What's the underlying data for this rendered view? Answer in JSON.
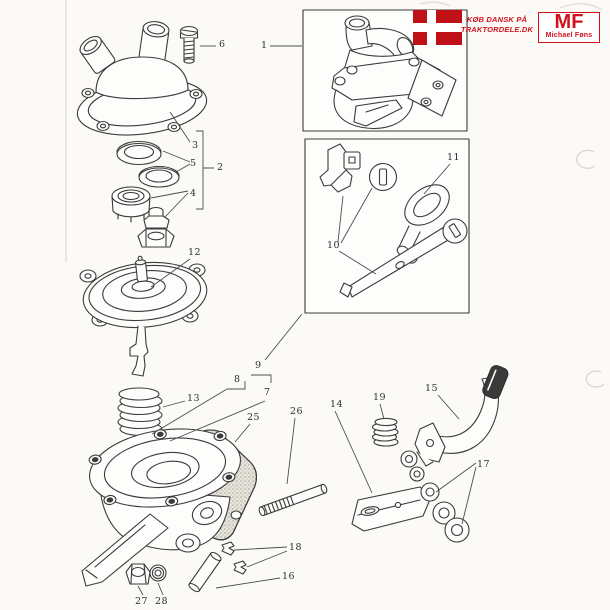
{
  "page": {
    "kind": "scanned exploded-parts diagram (fuel lift pump)",
    "paper_color": "#fbfaf7",
    "ink_color": "#3b3b3b"
  },
  "branding": {
    "flag_icon": "danish-flag",
    "flag_red": "#bf1117",
    "slogan_line1": "KØB DANSK PÅ",
    "slogan_line2": "TRAKTORDELE.DK",
    "logo_initials": "MF",
    "logo_name": "Michael Føns",
    "brand_red": "#d3111c"
  },
  "diagram": {
    "callouts": [
      {
        "label": "1"
      },
      {
        "label": "2"
      },
      {
        "label": "3"
      },
      {
        "label": "4"
      },
      {
        "label": "5"
      },
      {
        "label": "6"
      },
      {
        "label": "7"
      },
      {
        "label": "8"
      },
      {
        "label": "9"
      },
      {
        "label": "10"
      },
      {
        "label": "11"
      },
      {
        "label": "12"
      },
      {
        "label": "13"
      },
      {
        "label": "14"
      },
      {
        "label": "15"
      },
      {
        "label": "16"
      },
      {
        "label": "17"
      },
      {
        "label": "18"
      },
      {
        "label": "19"
      },
      {
        "label": "25"
      },
      {
        "label": "26"
      },
      {
        "label": "27"
      },
      {
        "label": "28"
      }
    ]
  }
}
